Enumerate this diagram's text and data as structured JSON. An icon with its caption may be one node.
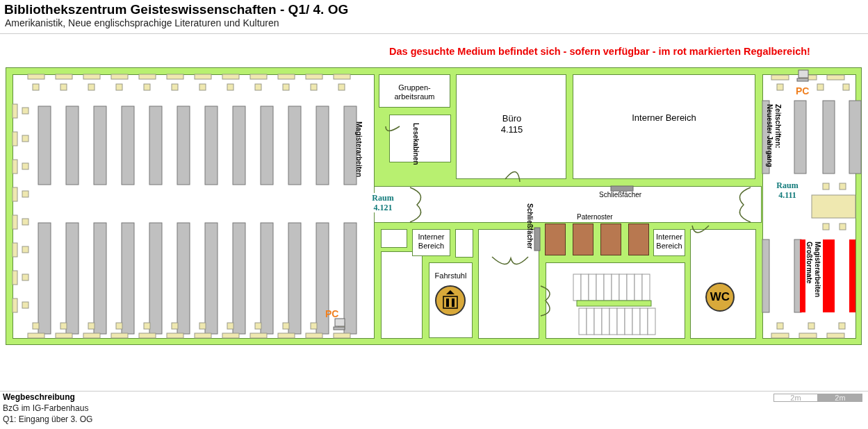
{
  "diagram": {
    "title": "Bibliothekszentrum Geisteswissenschaften - Q1/ 4. OG",
    "nodes": [
      {
        "text": [
          "Gruppen- arbeitsraum"
        ]
      },
      {
        "text": [
          "Büro 4.115"
        ]
      },
      {
        "text": [
          "Interner Bereich"
        ]
      },
      {
        "text": [
          "Interner Bereich"
        ]
      },
      {
        "text": [
          "Fahrstuhl"
        ]
      },
      {
        "text": [
          "Interner Bereich"
        ]
      }
    ],
    "labels": [
      "Amerikanistik, Neue englischsprachige Literaturen und Kulturen",
      "Das gesuchte Medium befindet sich - sofern verfügbar -  im rot markierten Regalbereich!",
      "Magisterarbeiten",
      "Lesekabinen",
      "Raum 4.121",
      "Schließfächer",
      "Paternoster",
      "Schließfächer",
      "Zeitschriften: Neuester Jahrgang",
      "Raum 4.111",
      "PC",
      "Magisterarbeiten Großformate",
      "PC",
      "WC",
      "Wegbeschreibung",
      "BzG im IG-Farbenhaus",
      "Q1: Eingang über 3. OG",
      "2m",
      "2m"
    ]
  }
}
